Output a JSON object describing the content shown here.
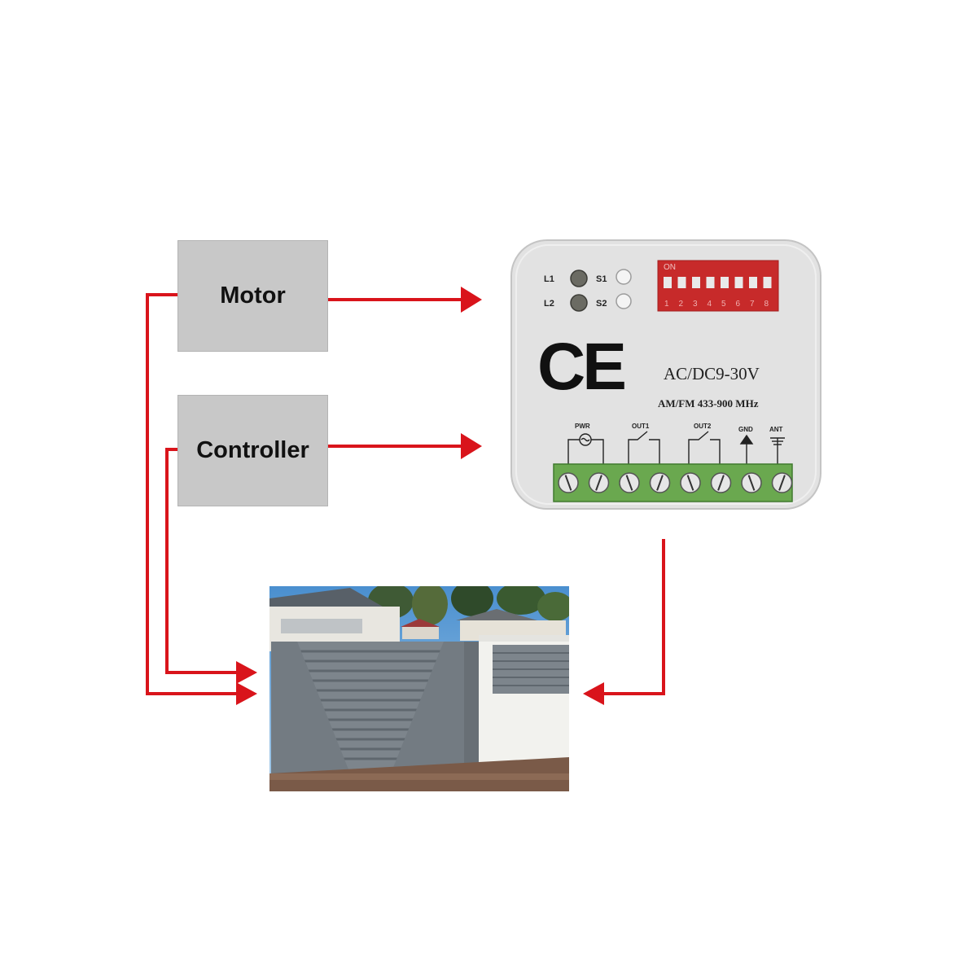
{
  "boxes": {
    "motor": "Motor",
    "controller": "Controller"
  },
  "receiver": {
    "led_1": "L1",
    "led_2": "L2",
    "switch_1": "S1",
    "switch_2": "S2",
    "dip_on": "ON",
    "dip_numbers": [
      "1",
      "2",
      "3",
      "4",
      "5",
      "6",
      "7",
      "8"
    ],
    "ce_mark": "CE",
    "voltage": "AC/DC9-30V",
    "frequency": "AM/FM 433-900 MHz",
    "terminals": {
      "pwr": "PWR",
      "out1": "OUT1",
      "out2": "OUT2",
      "gnd": "GND",
      "ant": "ANT"
    }
  },
  "colors": {
    "arrow": "#d9141b",
    "box": "#c8c8c8",
    "receiver_body": "#e3e3e3",
    "terminal_block": "#6aa84f",
    "dip_switch": "#cc2a2a",
    "gate": "#7d858c"
  },
  "icons": [
    "arrow-right-icon",
    "arrow-left-icon",
    "ground-icon",
    "antenna-icon",
    "relay-switch-icon",
    "power-icon"
  ]
}
